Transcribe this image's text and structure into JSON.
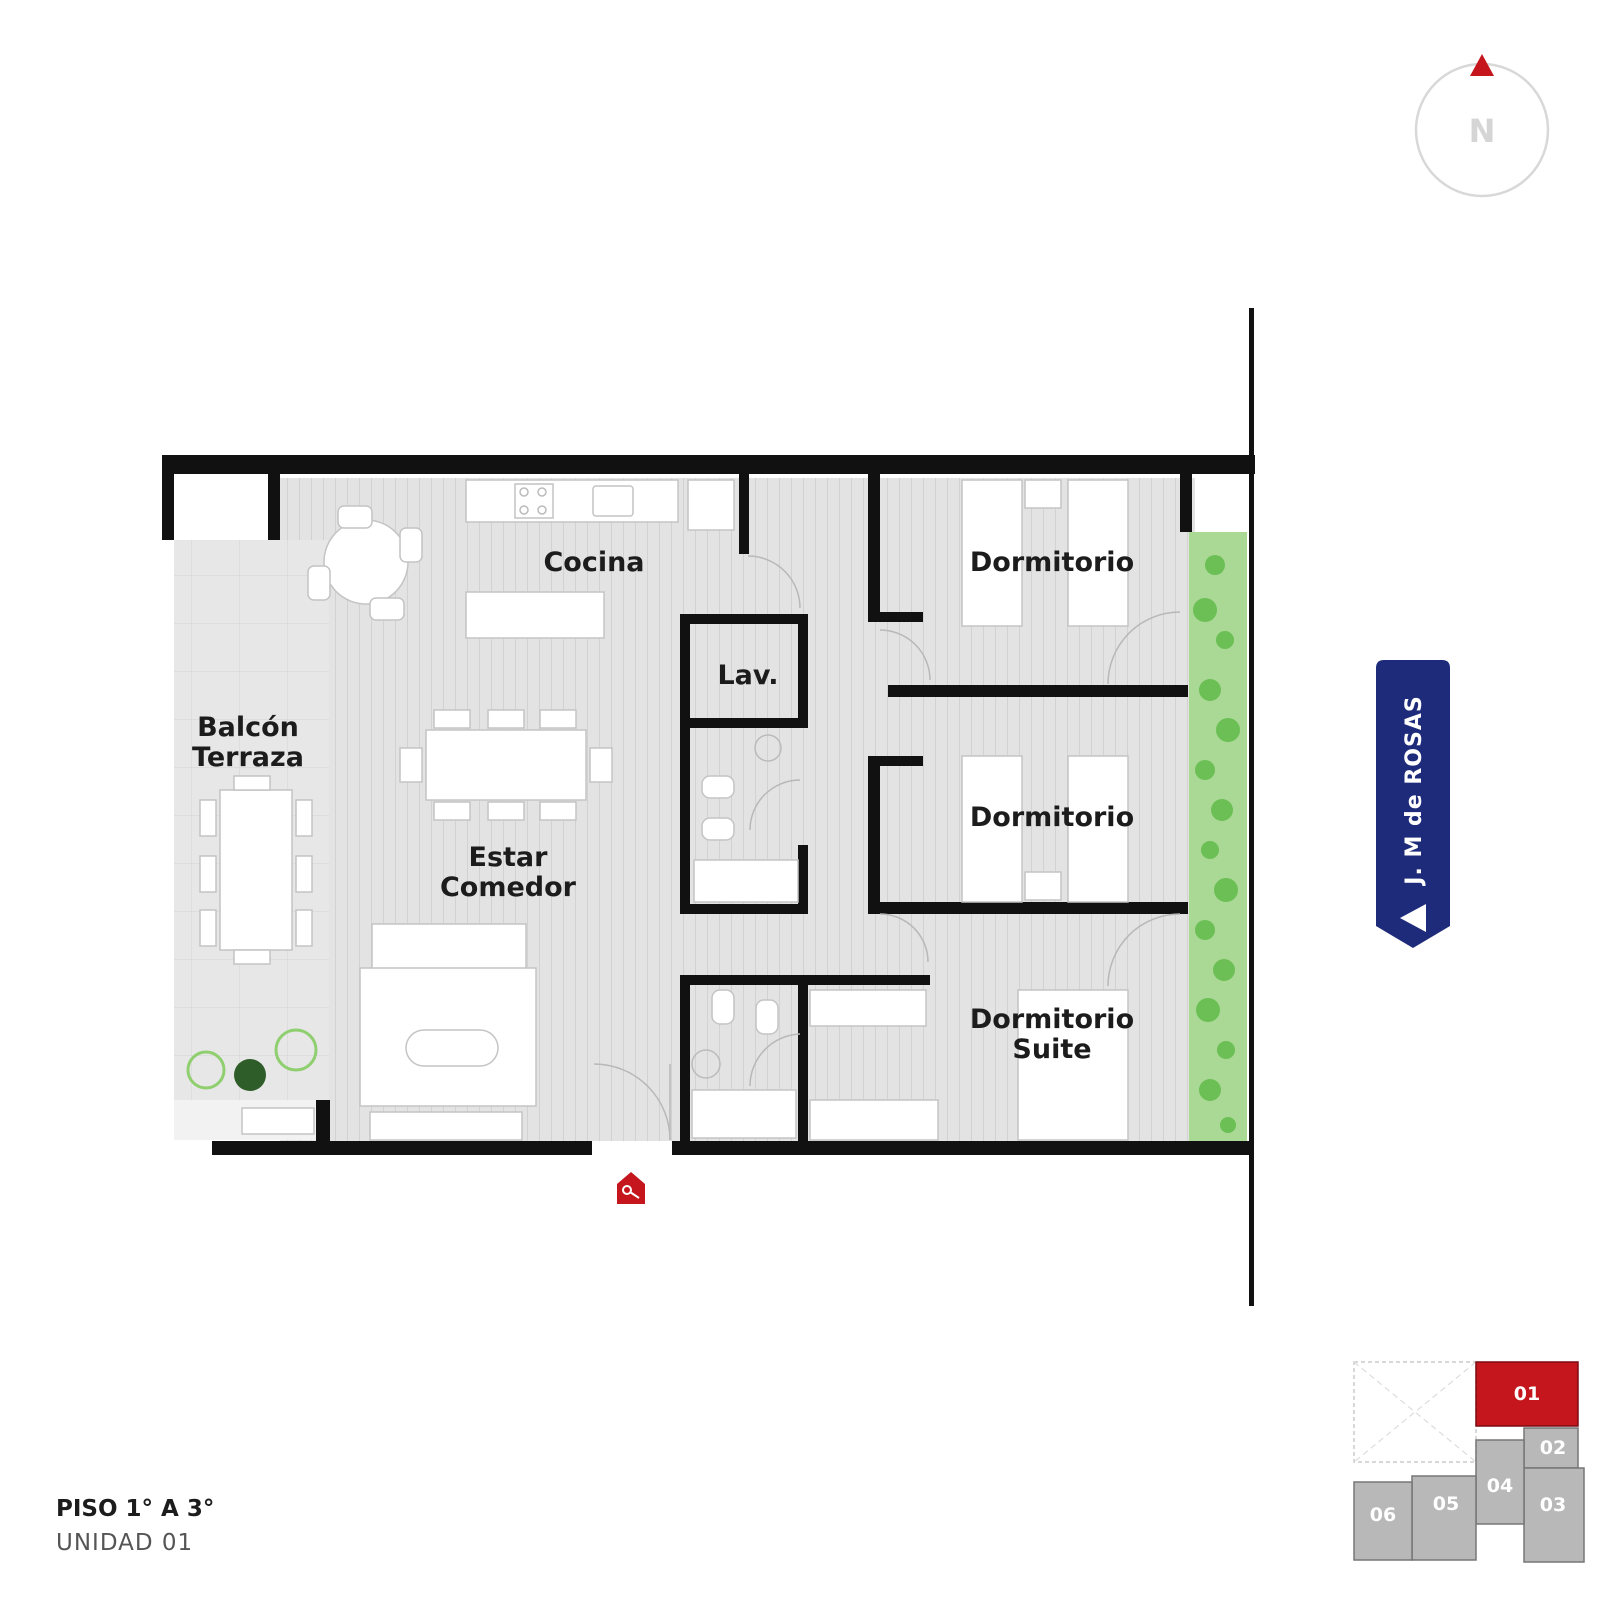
{
  "compass": {
    "label": "N",
    "arrow_color": "#c4161c"
  },
  "rooms": {
    "cocina": "Cocina",
    "lavadero": "Lav.",
    "estar_line1": "Estar",
    "estar_line2": "Comedor",
    "balcon_line1": "Balcón",
    "balcon_line2": "Terraza",
    "dormitorio_1": "Dormitorio",
    "dormitorio_2": "Dormitorio",
    "suite_line1": "Dormitorio",
    "suite_line2": "Suite"
  },
  "street": {
    "name": "J. M de ROSAS",
    "badge_color": "#1d2b7a"
  },
  "entrance_icon": "key-entrance-icon",
  "floor": {
    "title": "PISO 1° A 3°",
    "unit": "UNIDAD 01"
  },
  "key_plan": {
    "highlight_color": "#c4161c",
    "units": [
      "01",
      "02",
      "03",
      "04",
      "05",
      "06"
    ],
    "selected": "01"
  },
  "colors": {
    "floor": "#e4e4e4",
    "walls": "#111111",
    "planter": "#9fd38a"
  }
}
